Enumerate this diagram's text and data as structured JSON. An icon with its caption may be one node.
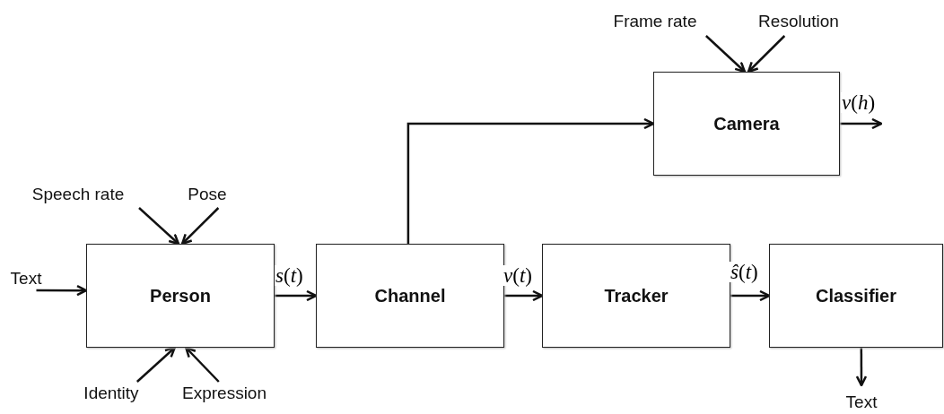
{
  "diagram": {
    "nodes": [
      {
        "text": [
          "Person"
        ]
      },
      {
        "text": [
          "Channel"
        ]
      },
      {
        "text": [
          "Tracker"
        ]
      },
      {
        "text": [
          "Classifier"
        ]
      },
      {
        "text": [
          "Camera"
        ]
      },
      {
        "text": [
          "Text"
        ]
      },
      {
        "text": [
          "Speech rate"
        ]
      },
      {
        "text": [
          "Pose"
        ]
      },
      {
        "text": [
          "Identity"
        ]
      },
      {
        "text": [
          "Expression"
        ]
      },
      {
        "text": [
          "Frame rate"
        ]
      },
      {
        "text": [
          "Resolution"
        ]
      },
      {
        "text": [
          "Text"
        ]
      }
    ],
    "edges": [
      {
        "from": 5,
        "to": 0,
        "arrow": "to"
      },
      {
        "from": 6,
        "to": 0,
        "arrow": "to"
      },
      {
        "from": 7,
        "to": 0,
        "arrow": "to"
      },
      {
        "from": 8,
        "to": 0,
        "arrow": "to"
      },
      {
        "from": 9,
        "to": 0,
        "arrow": "to"
      },
      {
        "from": 0,
        "to": 1,
        "arrow": "to",
        "label": "*s*(*t*)"
      },
      {
        "from": 1,
        "to": 2,
        "arrow": "to",
        "label": "*v*(*t*)"
      },
      {
        "from": 2,
        "to": 3,
        "arrow": "to",
        "label": "*ŝ*(*t*)"
      },
      {
        "from": 1,
        "to": 4,
        "arrow": "to"
      },
      {
        "from": 10,
        "to": 4,
        "arrow": "to"
      },
      {
        "from": 11,
        "to": 4,
        "arrow": "to"
      },
      {
        "from": 4,
        "to": null,
        "arrow": "to",
        "label": "*v*(*h*)"
      },
      {
        "from": 3,
        "to": 12,
        "arrow": "to"
      }
    ]
  }
}
